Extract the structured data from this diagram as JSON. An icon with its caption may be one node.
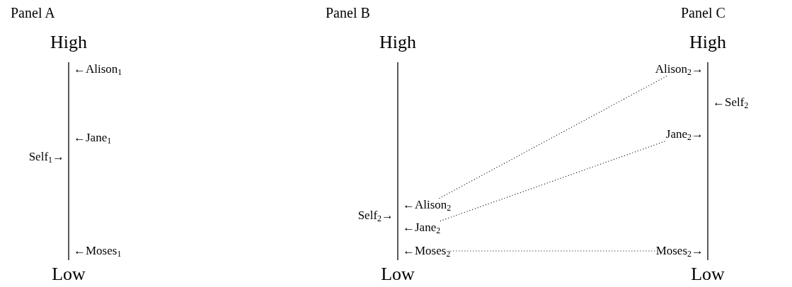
{
  "diagram": {
    "nodes": [
      {
        "text": [
          "←Alison$_{1}$"
        ]
      },
      {
        "text": [
          "←Jane$_{1}$"
        ]
      },
      {
        "text": [
          "Self$_{1}$→"
        ]
      },
      {
        "text": [
          "←Moses$_{1}$"
        ]
      },
      {
        "text": [
          "Self$_{2}$→"
        ]
      },
      {
        "text": [
          "←Alison$_{2}$"
        ]
      },
      {
        "text": [
          "←Jane$_{2}$"
        ]
      },
      {
        "text": [
          "←Moses$_{2}$"
        ]
      },
      {
        "text": [
          "Alison$_{2}$→"
        ]
      },
      {
        "text": [
          "←Self$_{2}$"
        ]
      },
      {
        "text": [
          "Jane$_{2}$→"
        ]
      },
      {
        "text": [
          "Moses$_{2}$→"
        ]
      }
    ],
    "edges": [
      {
        "from": 5,
        "to": 8,
        "arrow": "none",
        "style": "dashed"
      },
      {
        "from": 6,
        "to": 10,
        "arrow": "none",
        "style": "dashed"
      },
      {
        "from": 7,
        "to": 11,
        "arrow": "none",
        "style": "dashed"
      }
    ],
    "labels": [
      "Panel A",
      "Panel B",
      "Panel C",
      "High",
      "High",
      "High",
      "Low",
      "Low",
      "Low"
    ]
  }
}
